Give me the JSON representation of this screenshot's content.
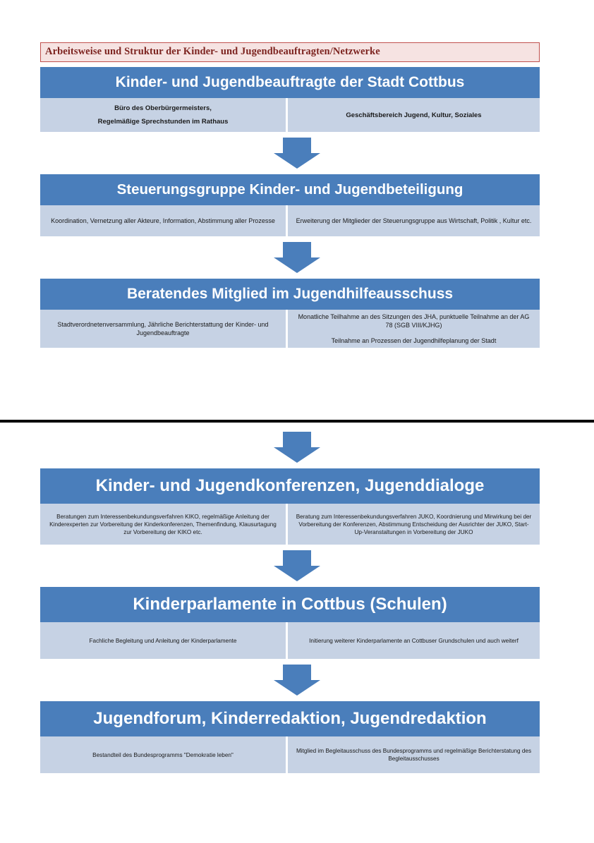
{
  "document": {
    "title": "Arbeitsweise und  Struktur der Kinder- und Jugendbeauftragten/Netzwerke",
    "accent_blue": "#4a7ebb",
    "body_blue": "#c6d2e4",
    "title_border": "#c0504d",
    "title_background": "#f6e3e2",
    "title_text_color": "#7d2420"
  },
  "sections": [
    {
      "name": "section-one",
      "blocks": [
        {
          "heading": "Kinder- und Jugendbeauftragte der Stadt Cottbus",
          "left": [
            "Büro des Oberbürgermeisters,",
            "Regelmäßige  Sprechstunden im Rathaus"
          ],
          "right": [
            "Geschäftsbereich Jugend, Kultur, Soziales"
          ]
        },
        {
          "heading": "Steuerungsgruppe Kinder- und Jugendbeteiligung",
          "left": [
            "Koordination, Vernetzung aller Akteure, Information, Abstimmung aller Prozesse"
          ],
          "right": [
            "Erweiterung der Mitglieder der Steuerungsgruppe aus Wirtschaft, Politik , Kultur etc."
          ]
        },
        {
          "heading": "Beratendes Mitglied im Jugendhilfeausschuss",
          "left": [
            "Stadtverordnetenversammlung, Jährliche Berichterstattung der Kinder- und Jugendbeauftragte"
          ],
          "right": [
            "Monatliche  Teilhahme an des Sitzungen des JHA, punktuelle Teilnahme an der AG 78  (SGB VIII/KJHG)",
            "Teilnahme an Prozessen der Jugendhilfeplanung der Stadt"
          ]
        }
      ]
    },
    {
      "name": "section-two",
      "blocks": [
        {
          "heading": "Kinder- und Jugendkonferenzen, Jugenddialoge",
          "left": [
            "Beratungen zum Interessenbekundungsverfahren  KIKO, regelmäßige Anleitung der Kinderexperten zur Vorbereitung der Kinderkonferenzen, Themenfindung, Klausurtagung zur Vorbereitung der KIKO etc."
          ],
          "right": [
            "Beratung zum Interessenbekundungsverfahren JUKO, Koordnierung und Mirwirkung bei der Vorbereitung der Konferenzen, Abstimmung Entscheidung der Ausrichter der JUKO, Start-Up-Veranstaltungen in Vorbereitung der JUKO"
          ]
        },
        {
          "heading": "Kinderparlamente in Cottbus (Schulen)",
          "left": [
            "Fachliche Begleitung und Anleitung der Kinderparlamente"
          ],
          "right": [
            "Initierung weiterer Kinderparlamente an Cottbuser Grundschulen und auch weiterf"
          ]
        },
        {
          "heading": "Jugendforum, Kinderredaktion, Jugendredaktion",
          "left": [
            "Bestandteil des Bundesprogramms \"Demokratie leben\""
          ],
          "right": [
            "Mitglied  im Begleitausschuss des Bundesprogramms und regelmäßige Berichterstatung des  Begleitausschusses"
          ]
        }
      ]
    }
  ],
  "icons": {
    "arrow": "down-arrow-icon"
  }
}
